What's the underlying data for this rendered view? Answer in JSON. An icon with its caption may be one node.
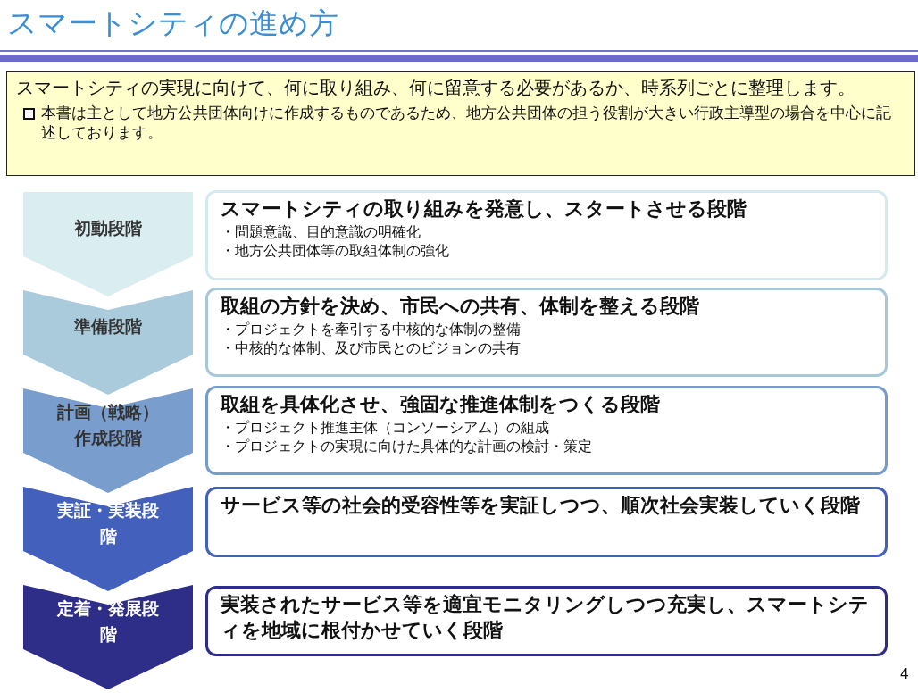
{
  "diagram": {
    "title": "スマートシティの進め方",
    "nodes": [
      {
        "text": [
          "スマートシティの実現に向けて、何に取り組み、何に留意する必要があるか、時系列ごとに整理します。",
          "本書は主として地方公共団体向けに作成するものであるため、地方公共団体の担う役割が大きい行政主導型の場合を中心に記述しております。"
        ]
      },
      {
        "text": [
          "初動段階"
        ]
      },
      {
        "text": [
          "スマートシティの取り組みを発意し、スタートさせる段階",
          "・問題意識、目的意識の明確化",
          "・地方公共団体等の取組体制の強化"
        ]
      },
      {
        "text": [
          "準備段階"
        ]
      },
      {
        "text": [
          "取組の方針を決め、市民への共有、体制を整える段階",
          "・プロジェクトを牽引する中核的な体制の整備",
          "・中核的な体制、及び市民とのビジョンの共有"
        ]
      },
      {
        "text": [
          "計画（戦略）作成段階"
        ]
      },
      {
        "text": [
          "取組を具体化させ、強固な推進体制をつくる段階",
          "・プロジェクト推進主体（コンソーシアム）の組成",
          "・プロジェクトの実現に向けた具体的な計画の検討・策定"
        ]
      },
      {
        "text": [
          "実証・実装段階"
        ]
      },
      {
        "text": [
          "サービス等の社会的受容性等を実証しつつ、順次社会実装していく段階"
        ]
      },
      {
        "text": [
          "定着・発展段階"
        ]
      },
      {
        "text": [
          "実装されたサービス等を適宜モニタリングしつつ充実し、スマートシティを地域に根付かせていく段階"
        ]
      }
    ],
    "labels": [
      "4"
    ]
  }
}
